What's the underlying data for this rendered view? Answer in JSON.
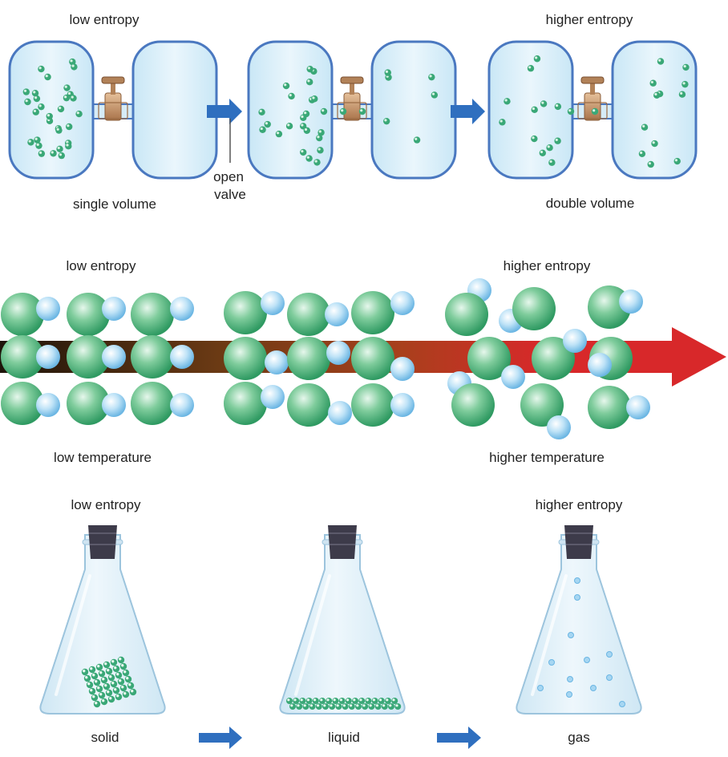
{
  "row1": {
    "low_entropy": "low entropy",
    "high_entropy": "higher entropy",
    "single_volume": "single volume",
    "double_volume": "double volume",
    "open_valve_line1": "open",
    "open_valve_line2": "valve"
  },
  "row2": {
    "low_entropy": "low entropy",
    "high_entropy": "higher entropy",
    "low_temperature": "low temperature",
    "high_temperature": "higher temperature"
  },
  "row3": {
    "low_entropy": "low entropy",
    "high_entropy": "higher entropy",
    "solid": "solid",
    "liquid": "liquid",
    "gas": "gas"
  },
  "colors": {
    "container_fill": "#d9eef8",
    "container_stroke": "#4a78c0",
    "particle_green": "#3aa877",
    "molecule_green": "#5fbf8a",
    "molecule_blue": "#a6d6f2",
    "arrow_blue": "#2f6fbf",
    "heat_arrow_dark": "#2a1a0a",
    "heat_arrow_red": "#d8282a",
    "valve_copper": "#c9996a",
    "stopper": "#3d3b4a"
  }
}
